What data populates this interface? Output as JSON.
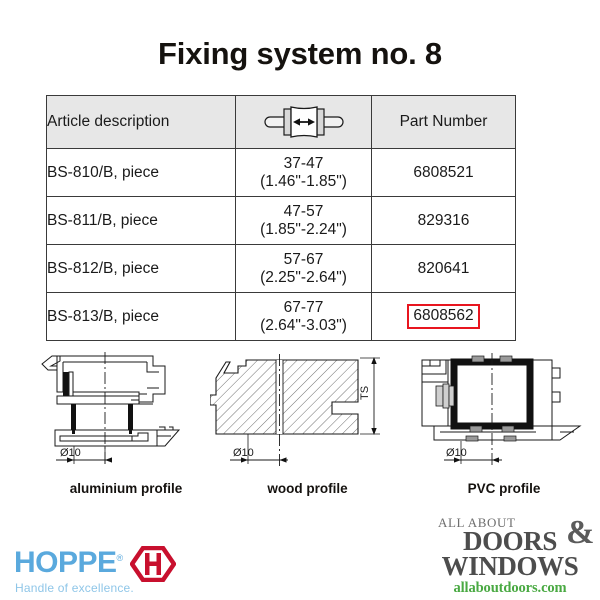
{
  "page": {
    "title": "Fixing system no. 8",
    "background": "#ffffff"
  },
  "table": {
    "header": {
      "col1": "Article description",
      "col2_icon": "spacer-width-dimension-icon",
      "col3": "Part Number"
    },
    "rows": [
      {
        "description": "BS-810/B, piece",
        "dim_metric": "37-47",
        "dim_imperial": "(1.46\"-1.85\")",
        "part_number": "6808521",
        "highlighted": false
      },
      {
        "description": "BS-811/B, piece",
        "dim_metric": "47-57",
        "dim_imperial": "(1.85\"-2.24\")",
        "part_number": "829316",
        "highlighted": false
      },
      {
        "description": "BS-812/B, piece",
        "dim_metric": "57-67",
        "dim_imperial": "(2.25\"-2.64\")",
        "part_number": "820641",
        "highlighted": false
      },
      {
        "description": "BS-813/B, piece",
        "dim_metric": "67-77",
        "dim_imperial": "(2.64\"-3.03\")",
        "part_number": "6808562",
        "highlighted": true
      }
    ],
    "header_background": "#e7e7e7",
    "border_color": "#3a3a3a",
    "highlight_color": "#e8151f"
  },
  "figures": [
    {
      "id": "aluminium",
      "caption": "aluminium profile",
      "dimension_label": "Ø10"
    },
    {
      "id": "wood",
      "caption": "wood profile",
      "dimension_label": "Ø10",
      "height_label": "TS"
    },
    {
      "id": "pvc",
      "caption": "PVC profile",
      "dimension_label": "Ø10"
    }
  ],
  "hoppe_logo": {
    "wordmark": "HOPPE",
    "registered": "®",
    "hex_letter": "H",
    "tagline": "Handle of excellence.",
    "wordmark_color": "#5aa9dd",
    "hex_color": "#c8102e",
    "tagline_color": "#8fc6e8"
  },
  "aad_logo": {
    "line1": "ALL ABOUT",
    "line2": "DOORS",
    "ampersand": "&",
    "line3": "WINDOWS",
    "url": "allaboutdoors.com",
    "url_color": "#49a942",
    "text_color": "#4d4d4d"
  }
}
